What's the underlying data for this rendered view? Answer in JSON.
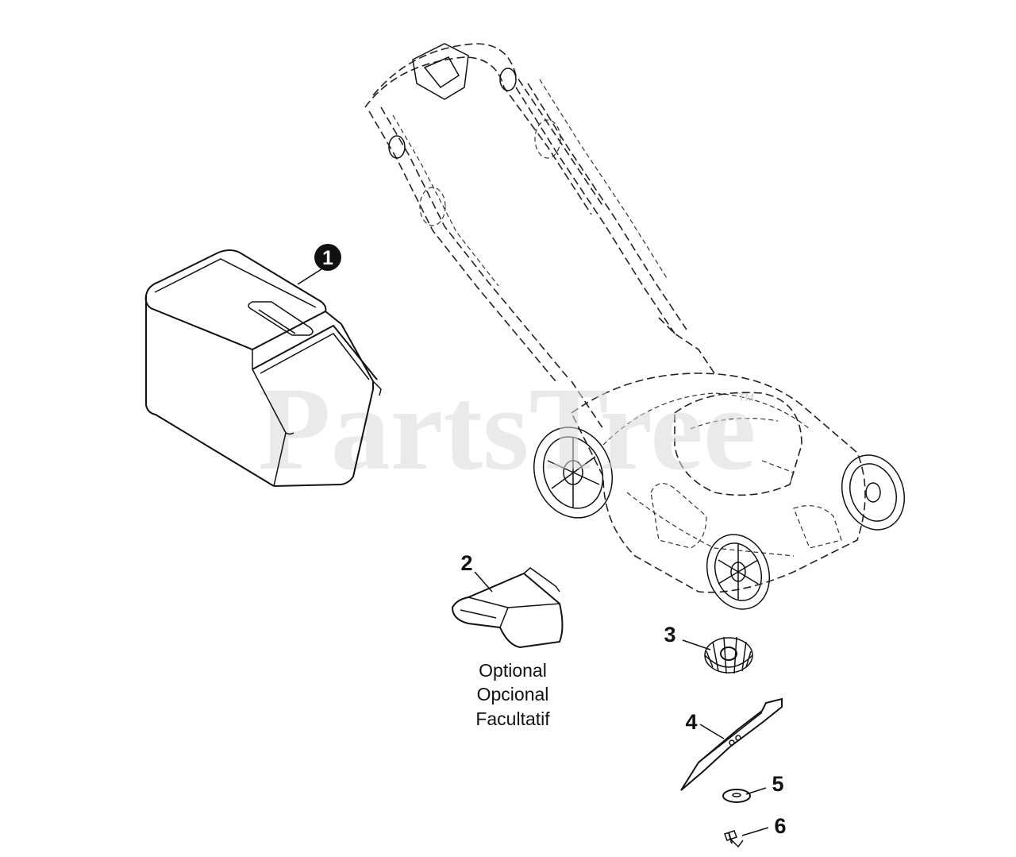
{
  "watermark": {
    "text": "PartsTree",
    "trademark": "TM"
  },
  "parts": [
    {
      "id": "1",
      "name": "grass-bag"
    },
    {
      "id": "2",
      "name": "mulch-plug"
    },
    {
      "id": "3",
      "name": "blade-adapter-fan"
    },
    {
      "id": "4",
      "name": "blade"
    },
    {
      "id": "5",
      "name": "washer"
    },
    {
      "id": "6",
      "name": "bolt"
    }
  ],
  "optional_note": {
    "line1": "Optional",
    "line2": "Opcional",
    "line3": "Facultatif"
  },
  "colors": {
    "ink": "#111111",
    "watermark": "#d9d9d9",
    "background": "#ffffff"
  }
}
